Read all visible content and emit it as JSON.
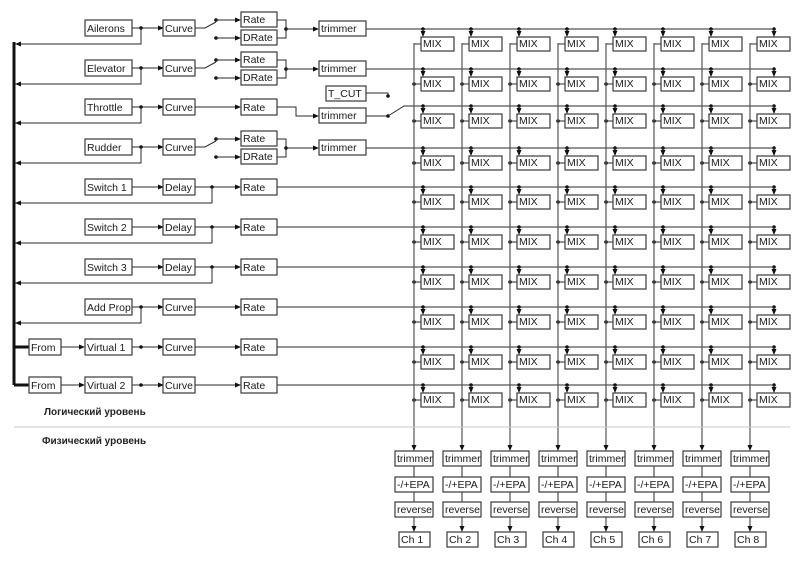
{
  "diagram": {
    "title": "RC transmitter mixing diagram",
    "levels": {
      "logical": "Логический уровень",
      "physical": "Физический уровень"
    },
    "inputs": [
      {
        "source": null,
        "name": "Ailerons",
        "func": "Curve",
        "rate": "Rate",
        "drate": "DRate",
        "trimmer": "trimmer"
      },
      {
        "source": null,
        "name": "Elevator",
        "func": "Curve",
        "rate": "Rate",
        "drate": "DRate",
        "trimmer": "trimmer"
      },
      {
        "source": null,
        "name": "Throttle",
        "func": "Curve",
        "rate": "Rate",
        "drate": null,
        "trimmer": "trimmer",
        "cut": "T_CUT"
      },
      {
        "source": null,
        "name": "Rudder",
        "func": "Curve",
        "rate": "Rate",
        "drate": "DRate",
        "trimmer": "trimmer"
      },
      {
        "source": null,
        "name": "Switch 1",
        "func": "Delay",
        "rate": "Rate",
        "drate": null,
        "trimmer": null
      },
      {
        "source": null,
        "name": "Switch 2",
        "func": "Delay",
        "rate": "Rate",
        "drate": null,
        "trimmer": null
      },
      {
        "source": null,
        "name": "Switch 3",
        "func": "Delay",
        "rate": "Rate",
        "drate": null,
        "trimmer": null
      },
      {
        "source": null,
        "name": "Add Prop",
        "func": "Curve",
        "rate": "Rate",
        "drate": null,
        "trimmer": null
      },
      {
        "source": "From",
        "name": "Virtual 1",
        "func": "Curve",
        "rate": "Rate",
        "drate": null,
        "trimmer": null
      },
      {
        "source": "From",
        "name": "Virtual 2",
        "func": "Curve",
        "rate": "Rate",
        "drate": null,
        "trimmer": null
      }
    ],
    "mix_label": "MIX",
    "channels": [
      {
        "name": "Ch 1",
        "trimmer": "trimmer",
        "epa": "-/+EPA",
        "reverse": "reverse"
      },
      {
        "name": "Ch 2",
        "trimmer": "trimmer",
        "epa": "-/+EPA",
        "reverse": "reverse"
      },
      {
        "name": "Ch 3",
        "trimmer": "trimmer",
        "epa": "-/+EPA",
        "reverse": "reverse"
      },
      {
        "name": "Ch 4",
        "trimmer": "trimmer",
        "epa": "-/+EPA",
        "reverse": "reverse"
      },
      {
        "name": "Ch 5",
        "trimmer": "trimmer",
        "epa": "-/+EPA",
        "reverse": "reverse"
      },
      {
        "name": "Ch 6",
        "trimmer": "trimmer",
        "epa": "-/+EPA",
        "reverse": "reverse"
      },
      {
        "name": "Ch 7",
        "trimmer": "trimmer",
        "epa": "-/+EPA",
        "reverse": "reverse"
      },
      {
        "name": "Ch 8",
        "trimmer": "trimmer",
        "epa": "-/+EPA",
        "reverse": "reverse"
      }
    ]
  }
}
